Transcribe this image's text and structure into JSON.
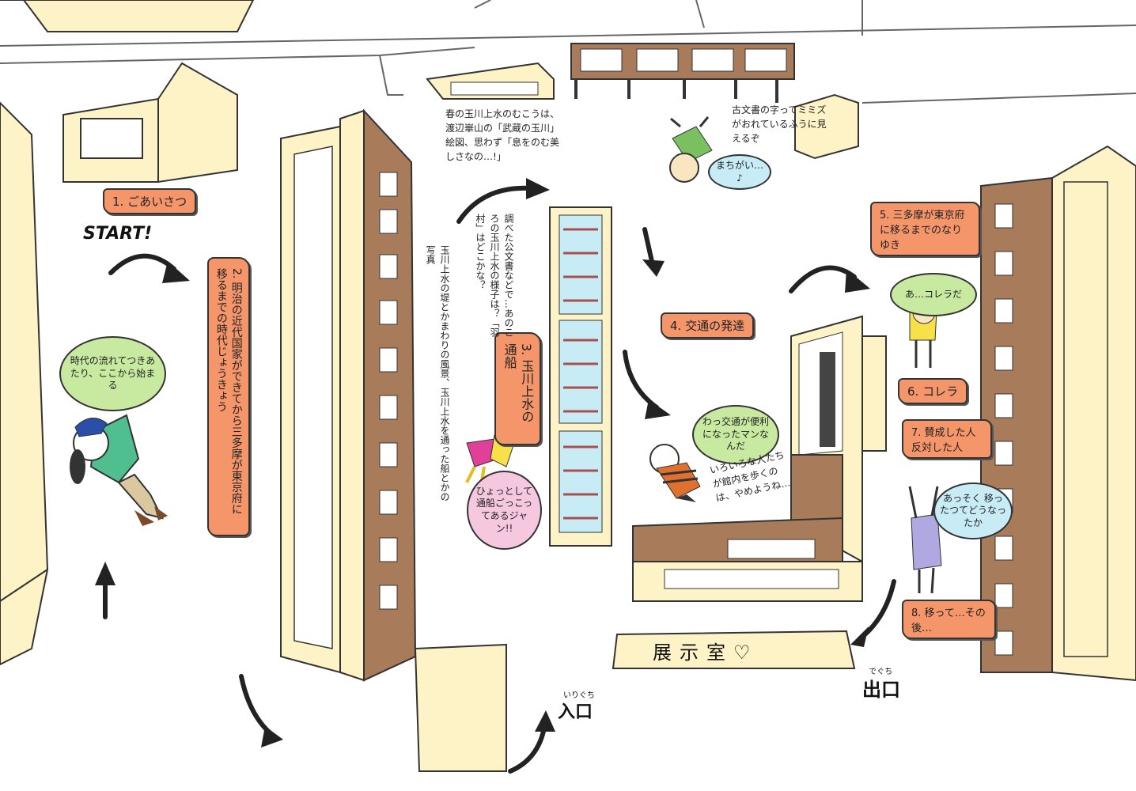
{
  "map": {
    "start": "START!",
    "entrance": "入口",
    "entrance_ruby": "いりぐち",
    "exit": "出口",
    "exit_ruby": "でぐち",
    "exhibition_sign": "展示室♡",
    "sections": [
      {
        "label": "1. ごあいさつ"
      },
      {
        "label": "2. 明治の近代国家ができてから三多摩が東京府に移るまでの時代じょうきょう"
      },
      {
        "label": "3. 玉川上水の通船"
      },
      {
        "label": "4. 交通の発達"
      },
      {
        "label": "5. 三多摩が東京府に移るまでのなりゆき"
      },
      {
        "label": "6. コレラ"
      },
      {
        "label": "7. 賛成した人 反対した人"
      },
      {
        "label": "8. 移って…その後…"
      }
    ],
    "bubbles": {
      "dog": "時代の流れてつきあたり、ここから始まる",
      "cow": "わっ交通が便利になったマンなんだ",
      "girl": "ひょっとして通船ごっこってあるジャン!!",
      "kid": "まちがい…♪",
      "cat": "あ…コレラだ",
      "rabbit": "あっそく 移ったつてどうなったか"
    },
    "notes": {
      "tamagawa_spring": "春の玉川上水のむこうは、渡辺崋山の「武蔵の玉川」絵図、思わず「息をのむ美しさなの…!」",
      "old_docs": "古文書の字ってミミズがおれているふうに見えるぞ",
      "kenshi": "調べた公文書などで…あのころの玉川上水の様子は？「羽村」はどこかな？",
      "tamagawa_photo": "玉川上水の堤とかまわりの風景、玉川上水を通った船とかの写真",
      "crowd": "いろいろな人たちが館内を歩くのは、やめようね…"
    }
  }
}
